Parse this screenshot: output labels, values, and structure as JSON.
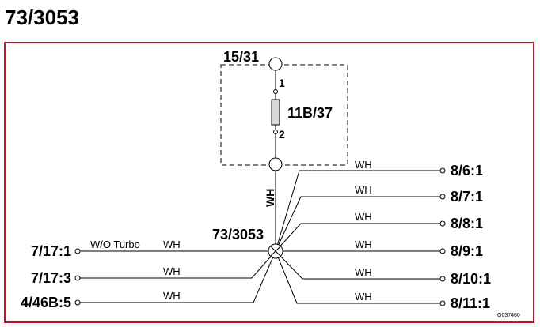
{
  "title": "73/3053",
  "frame_color": "#c8102e",
  "component_label": "15/31",
  "fuse": {
    "label": "11B/37",
    "pin1": "1",
    "pin2": "2"
  },
  "vertical_wire_color": "WH",
  "splice_label": "73/3053",
  "right_connections": [
    {
      "wire": "WH",
      "terminal": "8/6:1"
    },
    {
      "wire": "WH",
      "terminal": "8/7:1"
    },
    {
      "wire": "WH",
      "terminal": "8/8:1"
    },
    {
      "wire": "WH",
      "terminal": "8/9:1"
    },
    {
      "wire": "WH",
      "terminal": "8/10:1"
    },
    {
      "wire": "WH",
      "terminal": "8/11:1"
    }
  ],
  "left_connections": [
    {
      "wire": "WH",
      "terminal": "7/17:1",
      "note": "W/O Turbo"
    },
    {
      "wire": "WH",
      "terminal": "7/17:3",
      "note": ""
    },
    {
      "wire": "WH",
      "terminal": "4/46B:5",
      "note": ""
    }
  ],
  "figure_code": "G037460"
}
